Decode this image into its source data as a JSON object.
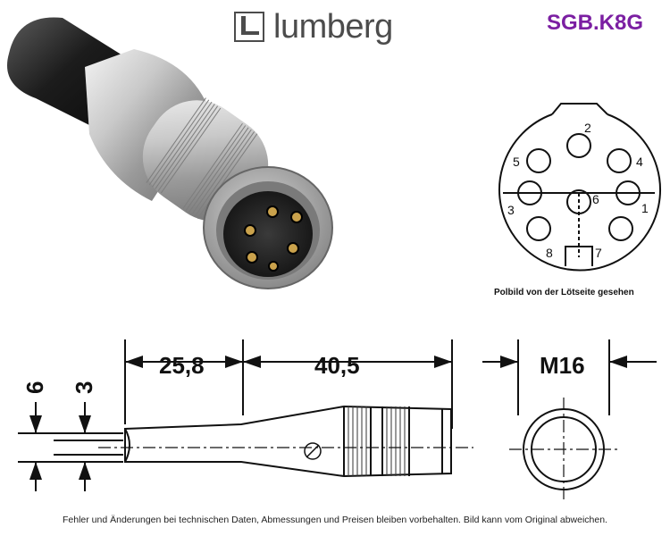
{
  "header": {
    "logo_text": "lumberg",
    "part_number": "SGB.K8G"
  },
  "pin_diagram": {
    "caption": "Polbild von der Lötseite gesehen",
    "pins": [
      "1",
      "2",
      "3",
      "4",
      "5",
      "6",
      "7",
      "8"
    ]
  },
  "drawing": {
    "dim_length_1": "25,8",
    "dim_length_2": "40,5",
    "dim_thread": "M16",
    "dim_height_6": "6",
    "dim_height_3": "3"
  },
  "footer": {
    "disclaimer": "Fehler und Änderungen bei technischen Daten, Abmessungen und Preisen bleiben vorbehalten. Bild kann vom Original abweichen."
  },
  "colors": {
    "part_number": "#7b1fa2",
    "logo": "#4c4c4c"
  }
}
